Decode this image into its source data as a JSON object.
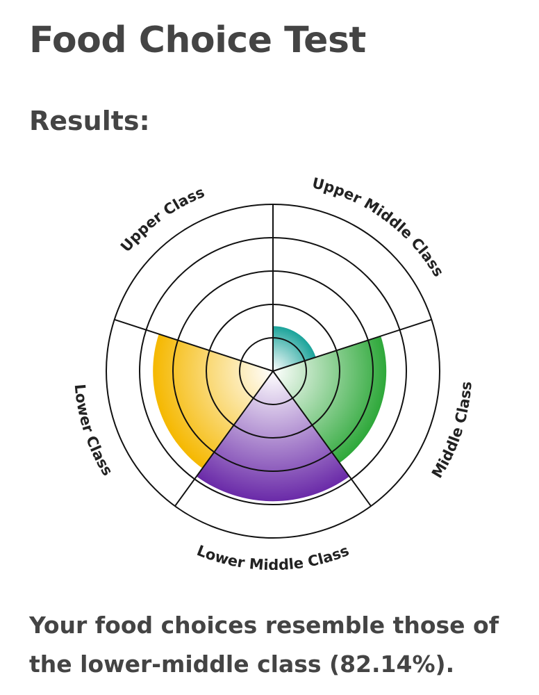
{
  "page": {
    "title": "Food Choice Test",
    "results_heading": "Results:",
    "summary": "Your food choices resemble those of the lower-middle class (82.14%)."
  },
  "chart_data": {
    "type": "polar-area",
    "ring_count": 5,
    "r_max": 5,
    "segments": [
      {
        "name": "Upper Middle Class",
        "value": 1.35,
        "color": "#1aa39a"
      },
      {
        "name": "Middle Class",
        "value": 3.4,
        "color": "#2ea83a"
      },
      {
        "name": "Lower Middle Class",
        "value": 3.9,
        "color": "#6a2aa8"
      },
      {
        "name": "Lower Class",
        "value": 3.6,
        "color": "#f5b800"
      },
      {
        "name": "Upper Class",
        "value": 0,
        "color": "#cccccc"
      }
    ]
  }
}
